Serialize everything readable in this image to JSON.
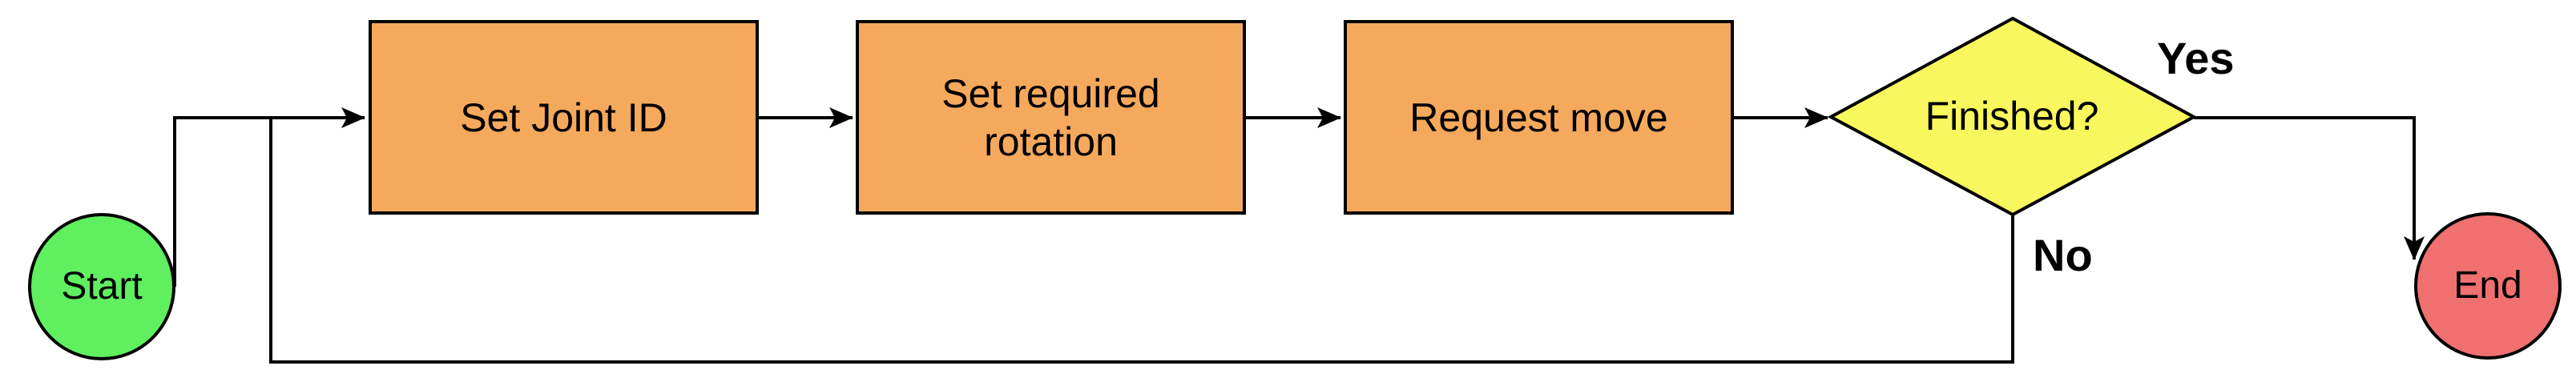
{
  "colors": {
    "background": "#ffffff",
    "process_fill": "#F5A95C",
    "start_fill": "#5FEF5F",
    "decision_fill": "#F8F85E",
    "end_fill": "#F07070",
    "line": "#000000",
    "text": "#000000"
  },
  "nodes": {
    "start": {
      "label": "Start",
      "type": "terminator"
    },
    "set_joint_id": {
      "label": "Set Joint ID",
      "type": "process"
    },
    "set_required_rotation": {
      "label": "Set required rotation",
      "type": "process"
    },
    "request_move": {
      "label": "Request move",
      "type": "process"
    },
    "finished": {
      "label": "Finished?",
      "type": "decision"
    },
    "end": {
      "label": "End",
      "type": "terminator"
    }
  },
  "edge_labels": {
    "yes": "Yes",
    "no": "No"
  },
  "flow": [
    {
      "from": "Start",
      "to": "Set Joint ID",
      "label": ""
    },
    {
      "from": "Set Joint ID",
      "to": "Set required rotation",
      "label": ""
    },
    {
      "from": "Set required rotation",
      "to": "Request move",
      "label": ""
    },
    {
      "from": "Request move",
      "to": "Finished?",
      "label": ""
    },
    {
      "from": "Finished?",
      "to": "End",
      "label": "Yes"
    },
    {
      "from": "Finished?",
      "to": "Set Joint ID",
      "label": "No"
    }
  ]
}
